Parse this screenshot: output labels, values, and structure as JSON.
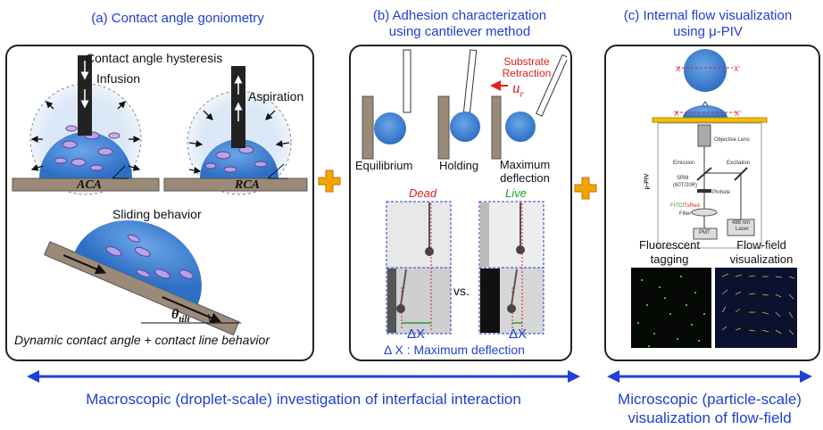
{
  "panels": {
    "a": {
      "title": "(a) Contact angle goniometry",
      "hysteresis": "Contact angle hysteresis",
      "infusion": "Infusion",
      "aspiration": "Aspiration",
      "aca": "ACA",
      "rca": "RCA",
      "sliding": "Sliding behavior",
      "theta": "θ",
      "theta_sub": "tilt",
      "dynamic": "Dynamic contact angle + contact line behavior"
    },
    "b": {
      "title_line1": "(b) Adhesion characterization",
      "title_line2": "using cantilever method",
      "substrate_line1": "Substrate",
      "substrate_line2": "Retraction",
      "ur": "u",
      "ur_sub": "r",
      "equilibrium": "Equilibrium",
      "holding": "Holding",
      "maximum_line1": "Maximum",
      "maximum_line2": "deflection",
      "dead": "Dead",
      "live": "Live",
      "vs": "vs.",
      "dx": "ΔX",
      "dx_caption": "Δ X : Maximum deflection"
    },
    "c": {
      "title_line1": "(c) Internal flow visualization",
      "title_line2": "using μ-PIV",
      "x": "X",
      "x_prime": "X'",
      "objective": "Objective Lens",
      "emission": "Emission",
      "excitation": "Excitation",
      "srm_line1": "SRM",
      "srm_line2": "(60T/20R)",
      "pinhole": "Pinhole",
      "filter_prefix": "FITC",
      "filter_sep": "/",
      "filter_suffix": "TxRed",
      "filter_word": "Filter",
      "laser_line1": "488 nm",
      "laser_line2": "Laser",
      "pmt": "PMT",
      "upiv": "μ-PIV",
      "fluorescent_line1": "Fluorescent",
      "fluorescent_line2": "tagging",
      "flowfield_line1": "Flow-field",
      "flowfield_line2": "visualization"
    }
  },
  "bottom": {
    "macro": "Macroscopic (droplet-scale) investigation of interfacial interaction",
    "micro_line1": "Microscopic (particle-scale)",
    "micro_line2": "visualization of flow-field"
  },
  "colors": {
    "accent_blue": "#1f3fd6",
    "plus_orange": "#f5a300",
    "droplet": "#3a7fd0",
    "substrate": "#9b8a78",
    "dead_red": "#e02020",
    "live_green": "#22a02a"
  }
}
